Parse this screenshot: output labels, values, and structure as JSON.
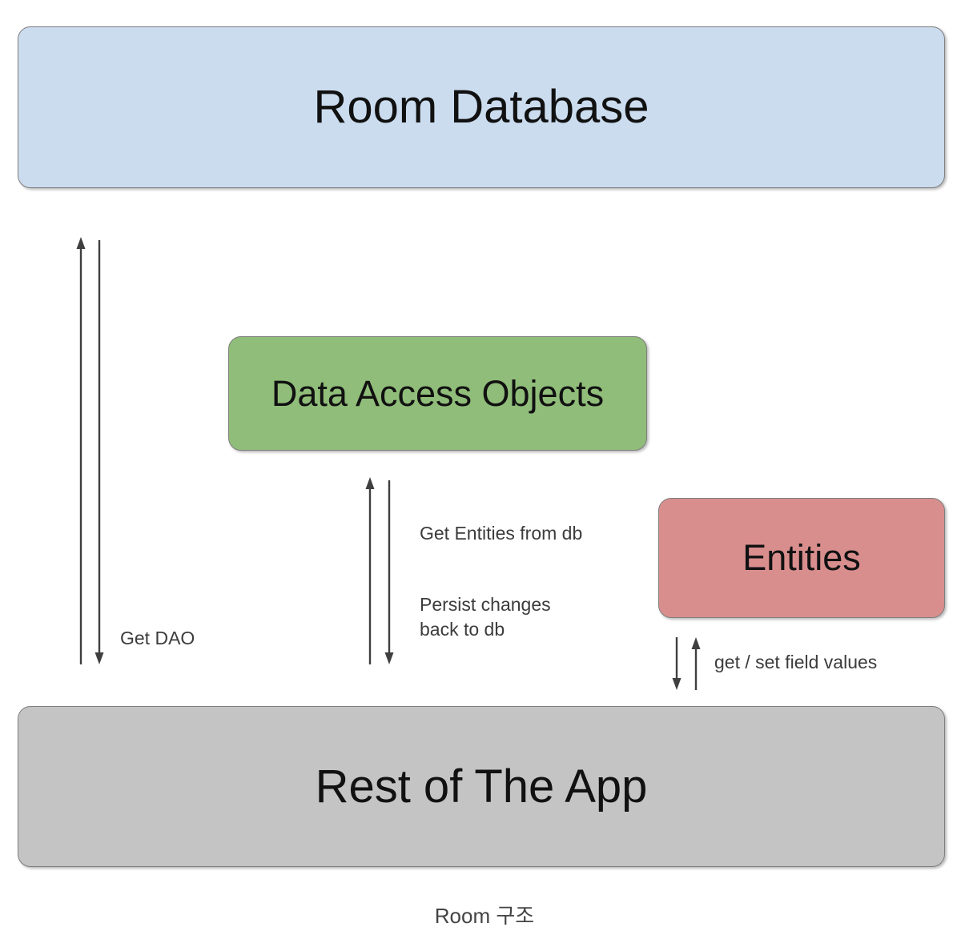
{
  "diagram": {
    "caption": "Room 구조",
    "nodes": [
      {
        "id": "room-database",
        "label": "Room Database",
        "color": "#cbdcef",
        "border_color": "#7f7f7f"
      },
      {
        "id": "dao",
        "label": "Data Access Objects",
        "color": "#90bd79",
        "border_color": "#7f7f7f"
      },
      {
        "id": "entities",
        "label": "Entities",
        "color": "#d98e8e",
        "border_color": "#7f7f7f"
      },
      {
        "id": "rest-of-app",
        "label": "Rest of The App",
        "color": "#c4c4c4",
        "border_color": "#7f7f7f"
      }
    ],
    "edges": [
      {
        "id": "get-dao",
        "label": "Get DAO",
        "from": "rest-of-app",
        "to": "room-database",
        "direction": "bidirectional"
      },
      {
        "id": "get-entities",
        "label": "Get Entities from db",
        "from": "dao",
        "to": "rest-of-app",
        "direction": "up"
      },
      {
        "id": "persist-changes",
        "label": "Persist changes\nback to db",
        "from": "rest-of-app",
        "to": "dao",
        "direction": "down"
      },
      {
        "id": "get-set-field-values",
        "label": "get / set field values",
        "from": "entities",
        "to": "rest-of-app",
        "direction": "bidirectional"
      }
    ],
    "arrow_color": "#3f3f3f"
  }
}
